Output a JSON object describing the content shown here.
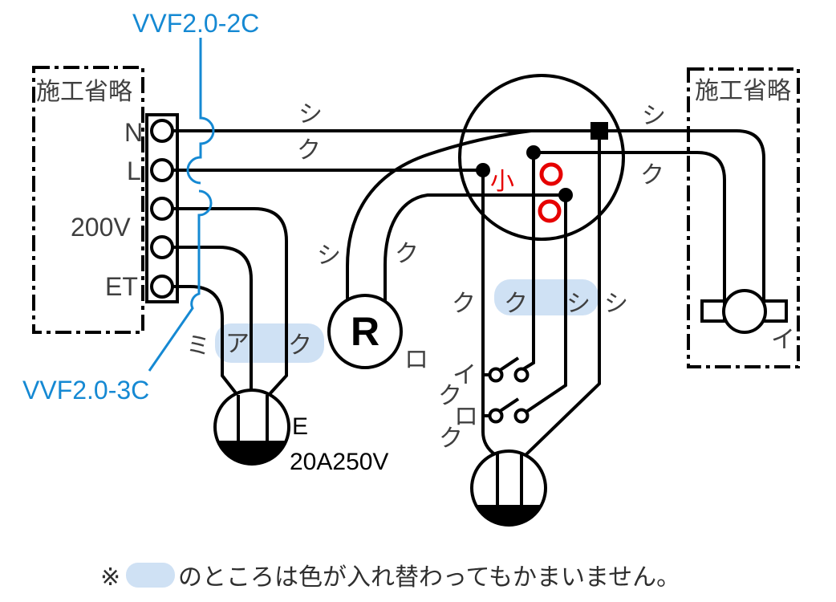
{
  "colors": {
    "line": "#000000",
    "label": "#3f3f3f",
    "blue": "#1589d3",
    "red": "#e60000",
    "highlight": "#cfe1f4"
  },
  "cables": {
    "top": "VVF2.0-2C",
    "bottom": "VVF2.0-3C"
  },
  "omission_boxes": {
    "left": "施工省略",
    "right": "施工省略"
  },
  "terminals": {
    "n": "N",
    "l": "L",
    "v200": "200V",
    "et": "ET"
  },
  "junction": {
    "sleeve_small": "小"
  },
  "wire_marks": {
    "source_n": "シ",
    "source_l": "ク",
    "lamp_n": "シ",
    "lamp_sw": "ク",
    "r_n": "シ",
    "r_sw": "ク",
    "common": "ク",
    "sw1_return": "ク",
    "sw2_return": "シ",
    "outlet_n": "シ",
    "earth": "ミ",
    "v200_red": "ア",
    "v200_black": "ク"
  },
  "switches": {
    "sw1": {
      "name": "イ",
      "wire": "ク"
    },
    "sw2": {
      "name": "ロ",
      "wire": "ク"
    }
  },
  "receptacle": {
    "letter": "R",
    "switch_label": "ロ"
  },
  "ceiling_light": {
    "label": "イ"
  },
  "outlet_250v": {
    "earth": "E",
    "rating": "20A250V"
  },
  "note": {
    "prefix": "※",
    "text": "のところは色が入れ替わってもかまいません。"
  }
}
